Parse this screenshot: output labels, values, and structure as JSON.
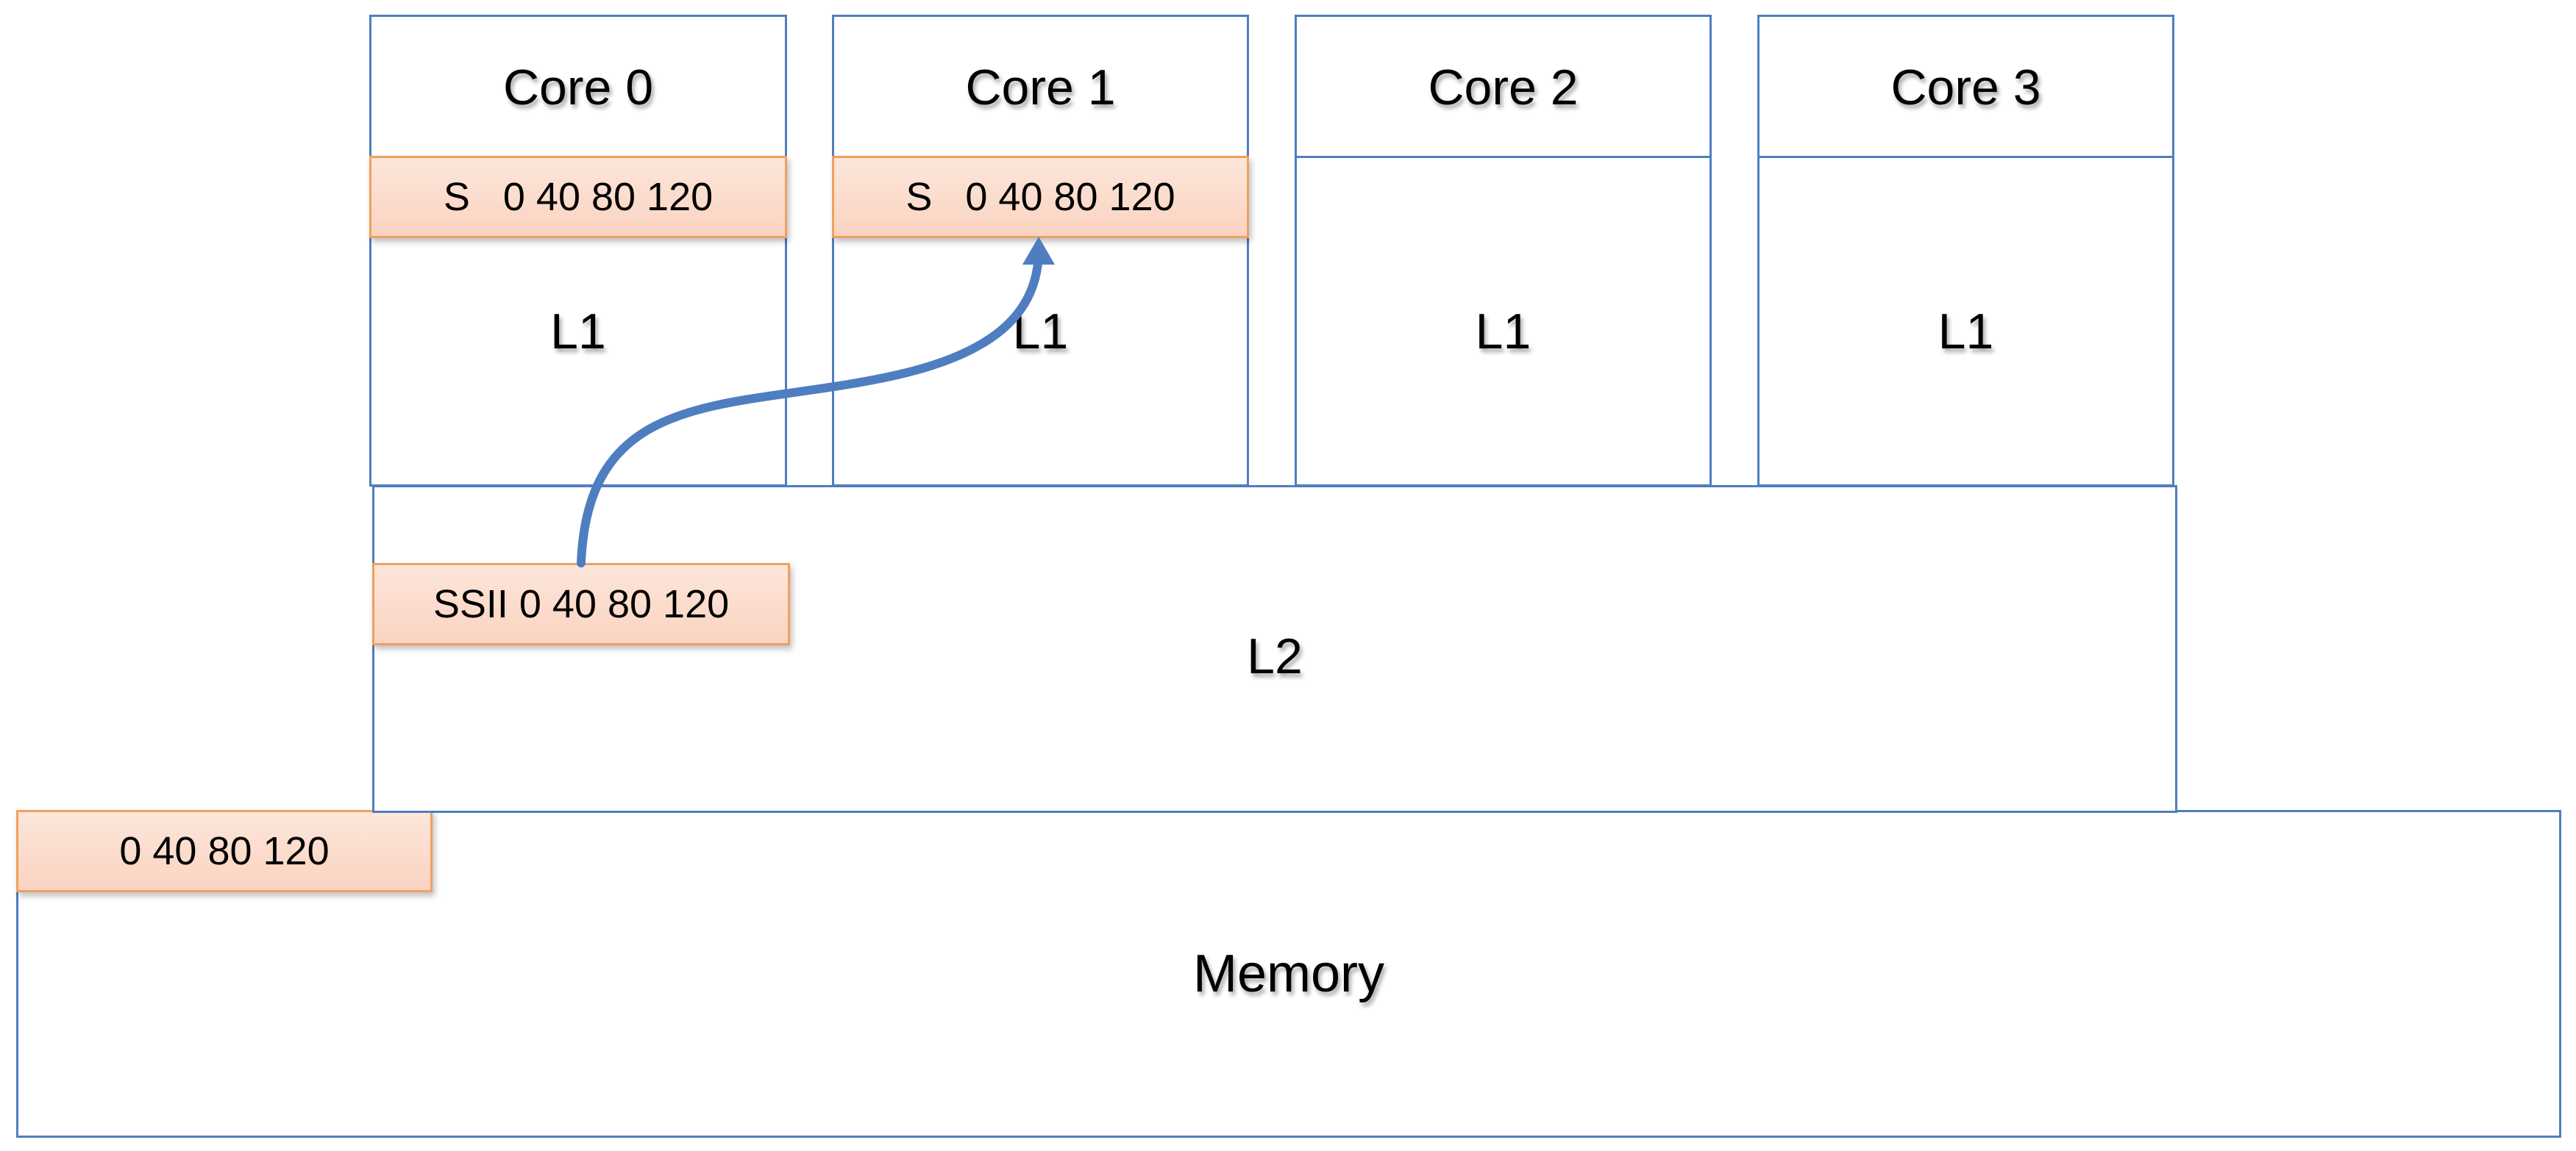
{
  "cores": [
    {
      "name": "Core 0",
      "cache_label": "L1",
      "line_tag": "S   0 40 80 120"
    },
    {
      "name": "Core 1",
      "cache_label": "L1",
      "line_tag": "S   0 40 80 120"
    },
    {
      "name": "Core 2",
      "cache_label": "L1",
      "line_tag": null
    },
    {
      "name": "Core 3",
      "cache_label": "L1",
      "line_tag": null
    }
  ],
  "l2": {
    "label": "L2",
    "line_tag": "SSII 0 40 80 120"
  },
  "memory": {
    "label": "Memory",
    "line_tag": "0 40 80 120"
  },
  "arrow": {
    "from": "l2.line_tag",
    "to": "cores.1.line_tag"
  },
  "colors": {
    "box_border": "#4f7ec0",
    "tag_border": "#f0a060",
    "tag_fill": "#fbdccc",
    "arrow": "#4f7ec0"
  }
}
